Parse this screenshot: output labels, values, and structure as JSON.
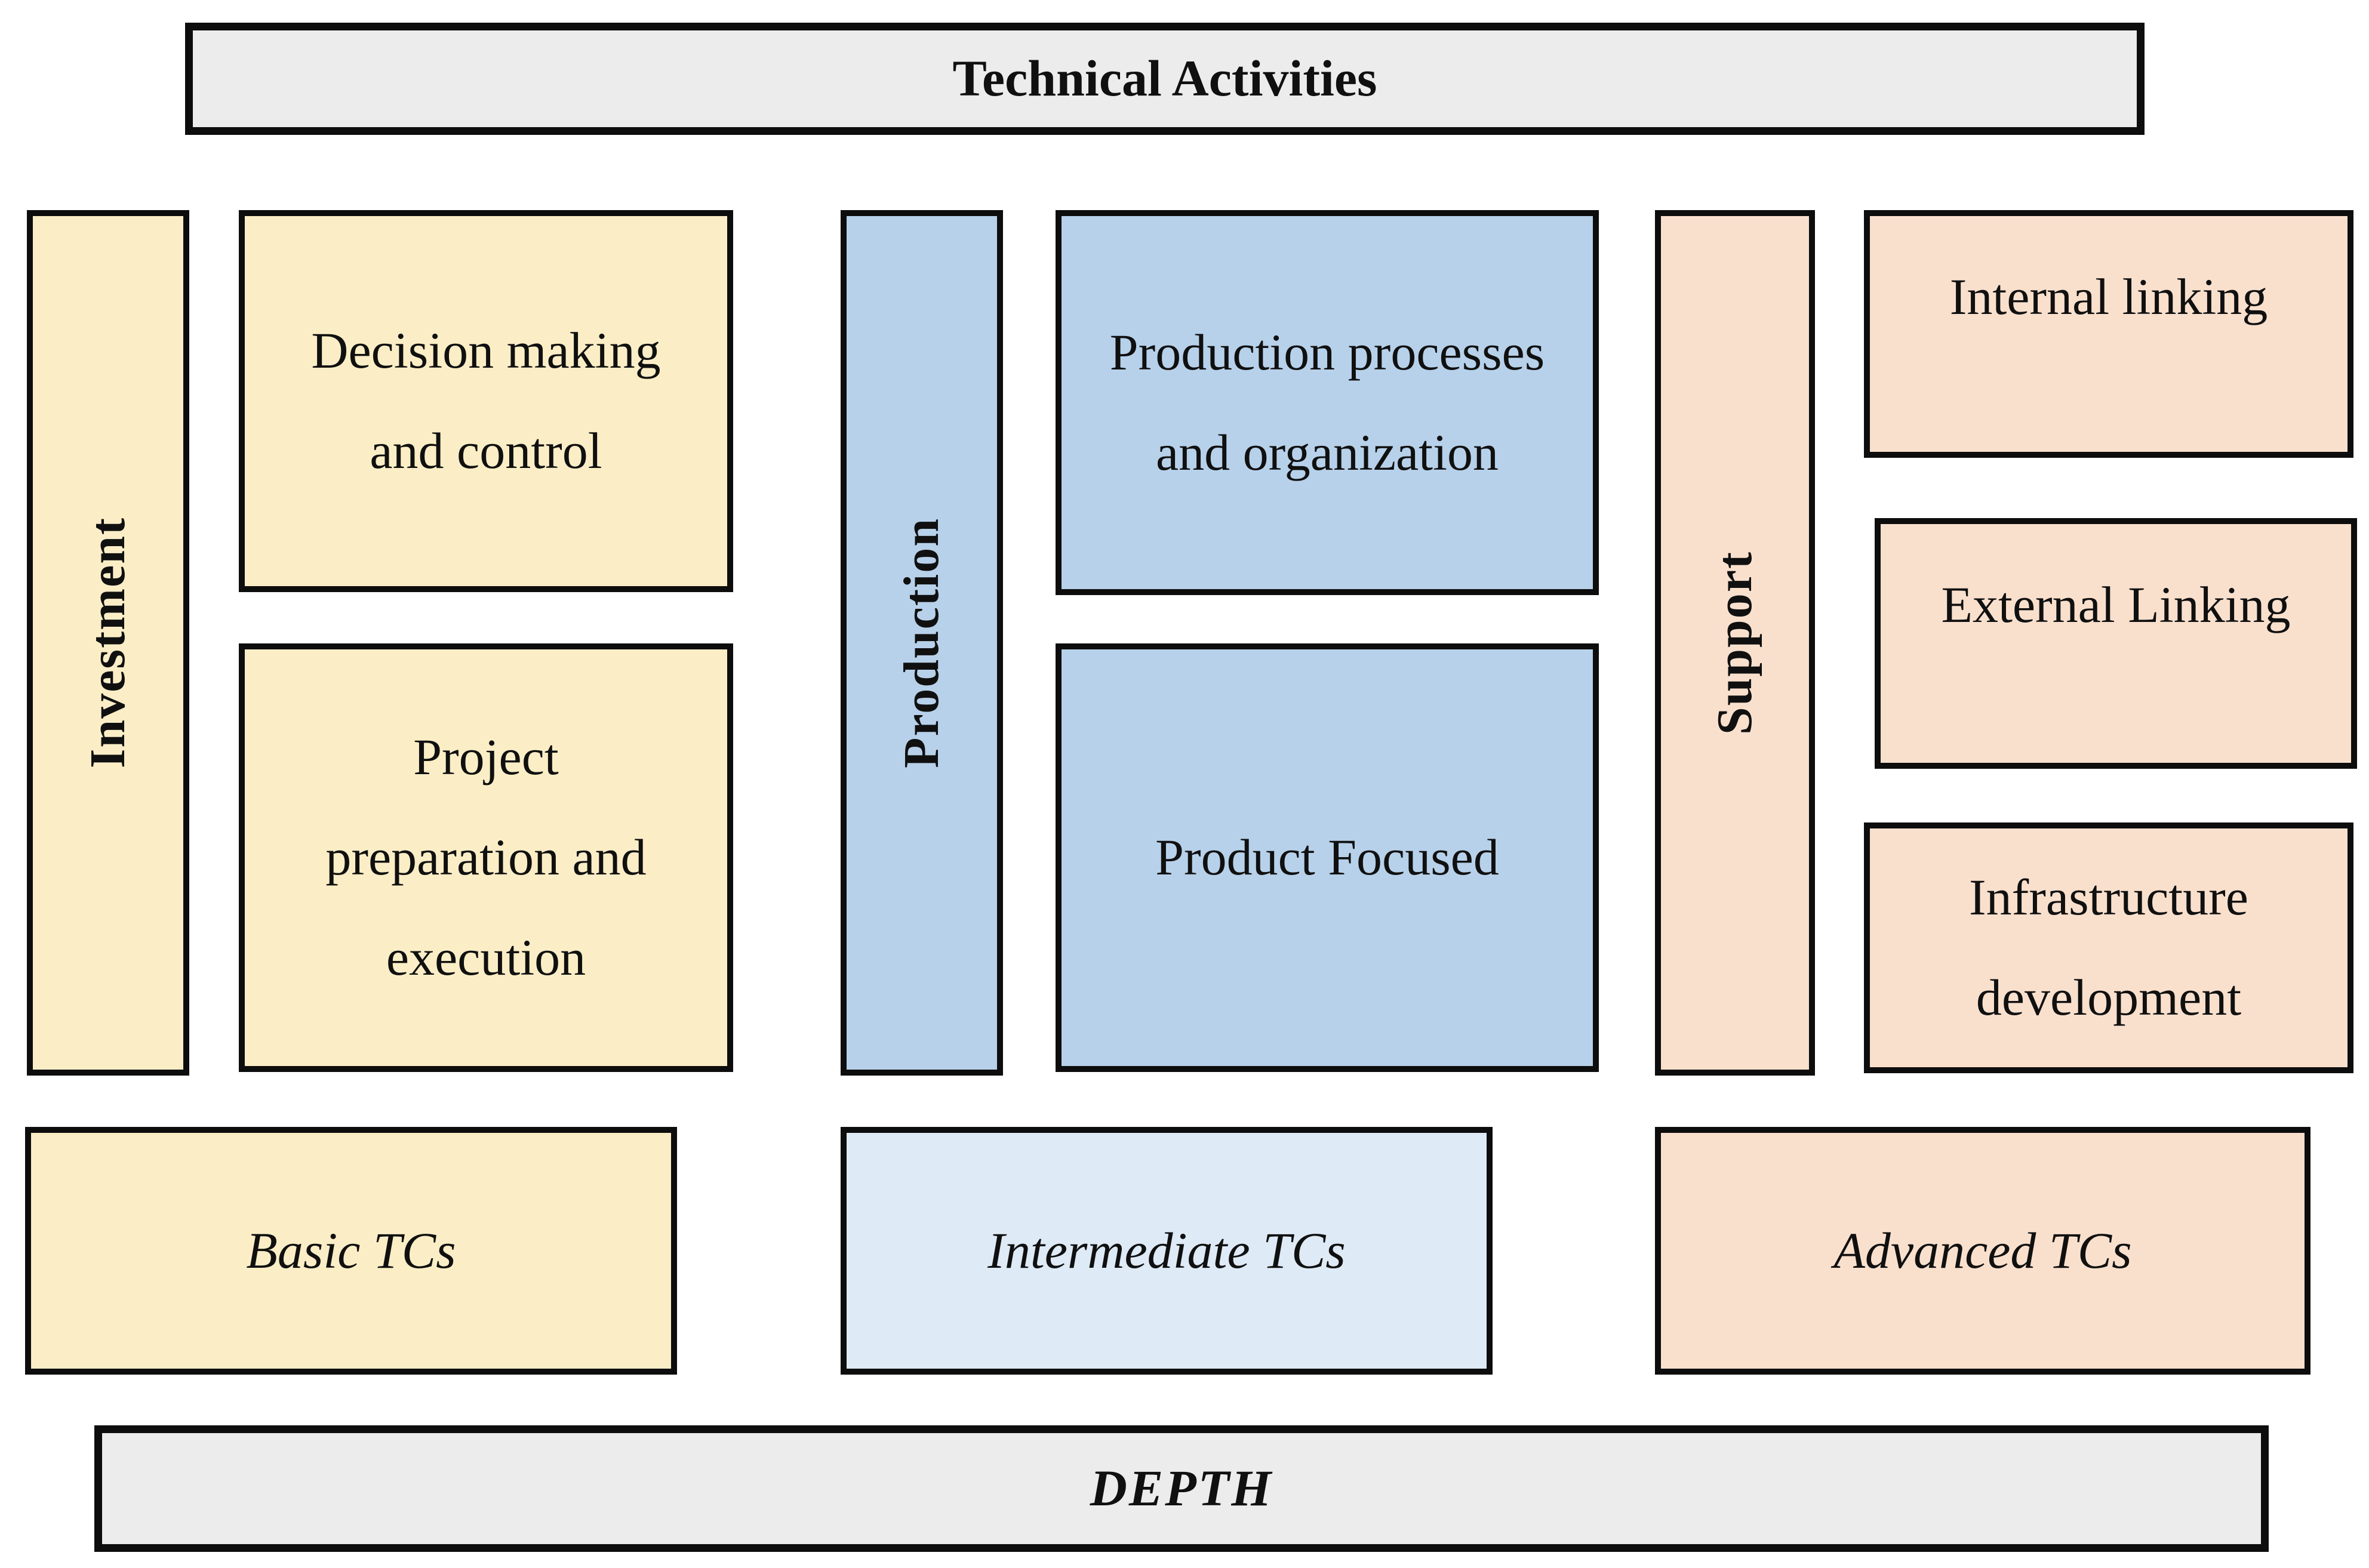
{
  "header": {
    "title": "Technical Activities"
  },
  "footer": {
    "title": "DEPTH"
  },
  "palette": {
    "investment_fill": "#FBEEC6",
    "production_fill": "#B7D1EA",
    "support_fill": "#F9E0CD",
    "intermediate_fill": "#DEEAF6",
    "banner_gray": "#ECECEC",
    "border": "#0d0d0d"
  },
  "groups": {
    "investment": {
      "label": "Investment",
      "boxes": [
        {
          "name": "decision-making",
          "lines": [
            "Decision making",
            "and control"
          ]
        },
        {
          "name": "project-preparation",
          "lines": [
            "Project",
            "preparation and",
            "execution"
          ]
        }
      ]
    },
    "production": {
      "label": "Production",
      "boxes": [
        {
          "name": "production-processes",
          "lines": [
            "Production processes",
            "and organization"
          ]
        },
        {
          "name": "product-focused",
          "lines": [
            "Product Focused"
          ]
        }
      ]
    },
    "support": {
      "label": "Support",
      "boxes": [
        {
          "name": "internal-linking",
          "lines": [
            "Internal linking"
          ]
        },
        {
          "name": "external-linking",
          "lines": [
            "External Linking"
          ]
        },
        {
          "name": "infrastructure",
          "lines": [
            "Infrastructure",
            "development"
          ]
        }
      ]
    }
  },
  "tc_levels": [
    {
      "label": "Basic TCs"
    },
    {
      "label": "Intermediate TCs"
    },
    {
      "label": "Advanced TCs"
    }
  ]
}
